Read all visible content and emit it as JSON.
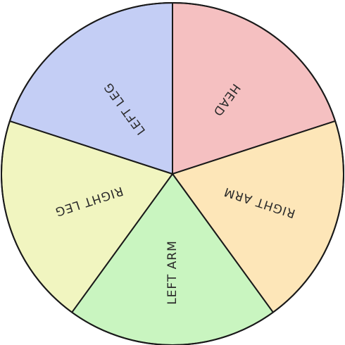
{
  "wheel": {
    "segments": [
      {
        "label": "HEAD",
        "color": "#f5c0c1"
      },
      {
        "label": "RIGHT ARM",
        "color": "#fde6b8"
      },
      {
        "label": "LEFT ARM",
        "color": "#c9f5c0"
      },
      {
        "label": "RIGHT LEG",
        "color": "#f1f5c0"
      },
      {
        "label": "LEFT LEG",
        "color": "#c4cef5"
      }
    ],
    "outline_color": "#1a1a1a"
  }
}
